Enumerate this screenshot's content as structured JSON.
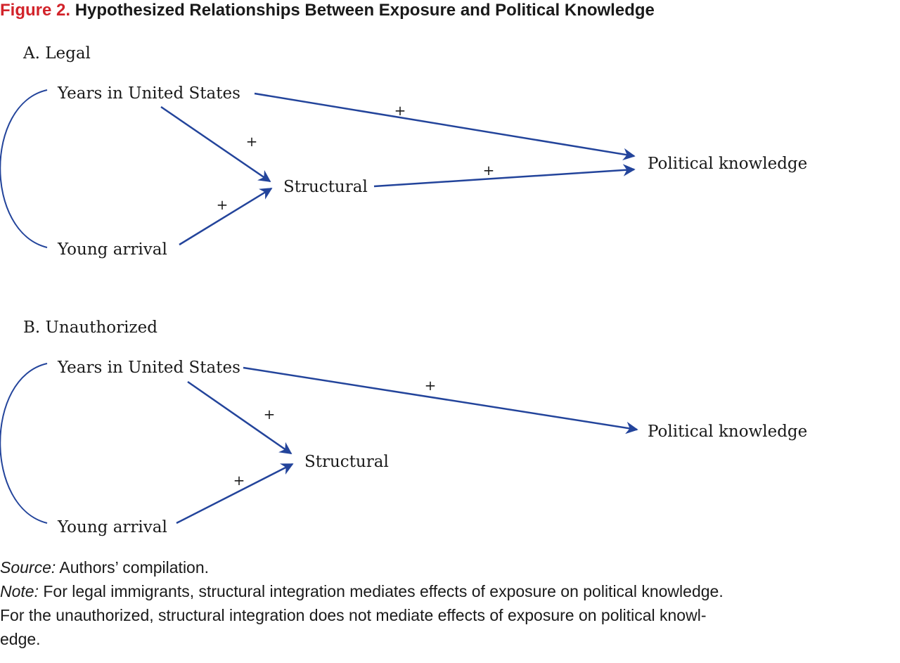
{
  "figure": {
    "label": "Figure 2.",
    "title": "Hypothesized Relationships Between Exposure and Political Knowledge"
  },
  "panels": [
    {
      "heading": "A. Legal",
      "nodes": {
        "years": "Years in United States",
        "young": "Young arrival",
        "structural": "Structural",
        "knowledge": "Political knowledge"
      },
      "edge_signs": {
        "years_to_knowledge": "+",
        "years_to_structural": "+",
        "young_to_structural": "+",
        "structural_to_knowledge": "+"
      }
    },
    {
      "heading": "B. Unauthorized",
      "nodes": {
        "years": "Years in United States",
        "young": "Young arrival",
        "structural": "Structural",
        "knowledge": "Political knowledge"
      },
      "edge_signs": {
        "years_to_knowledge": "+",
        "years_to_structural": "+",
        "young_to_structural": "+"
      }
    }
  ],
  "notes": {
    "source_label": "Source:",
    "source_text": "Authors’ compilation.",
    "note_label": "Note:",
    "note_line1": "For legal immigrants, structural integration mediates effects of exposure on political knowledge.",
    "note_line2": "For the unauthorized, structural integration does not mediate effects of exposure on political knowl-",
    "note_line3": "edge."
  },
  "colors": {
    "arrow": "#23449b",
    "label_red": "#d2232a",
    "text": "#1a1a1a"
  }
}
